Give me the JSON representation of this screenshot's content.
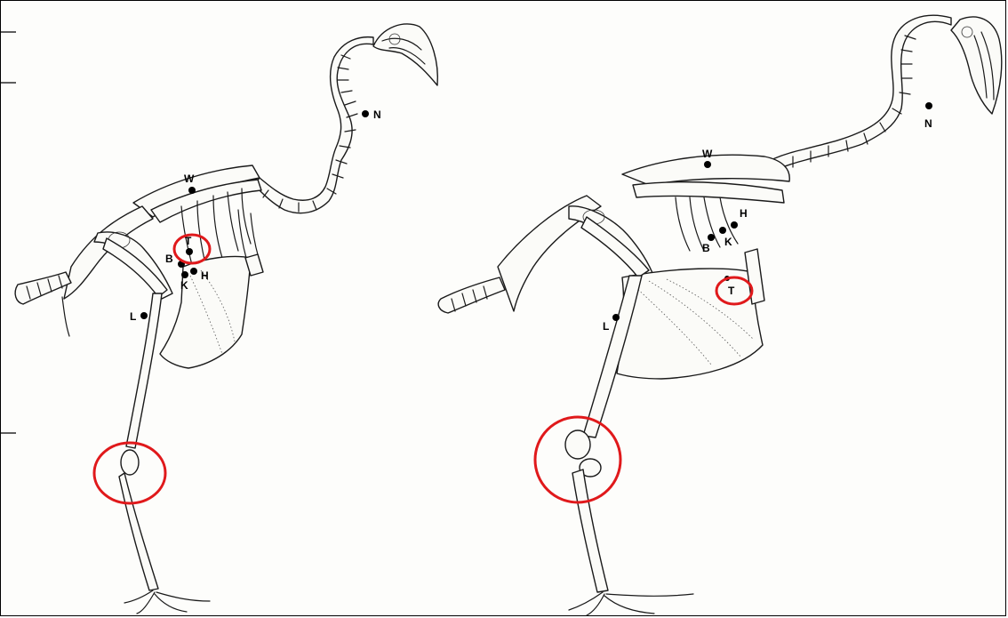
{
  "landmarks_left": {
    "N": "N",
    "W": "W",
    "T": "T",
    "B": "B",
    "H": "H",
    "K": "K",
    "L": "L"
  },
  "landmarks_right": {
    "N": "N",
    "W": "W",
    "H": "H",
    "K": "K",
    "B": "B",
    "T": "T",
    "L": "L"
  },
  "colors": {
    "highlight": "#e0191b",
    "ink": "#1a1a1a",
    "background": "#fdfdfb"
  }
}
